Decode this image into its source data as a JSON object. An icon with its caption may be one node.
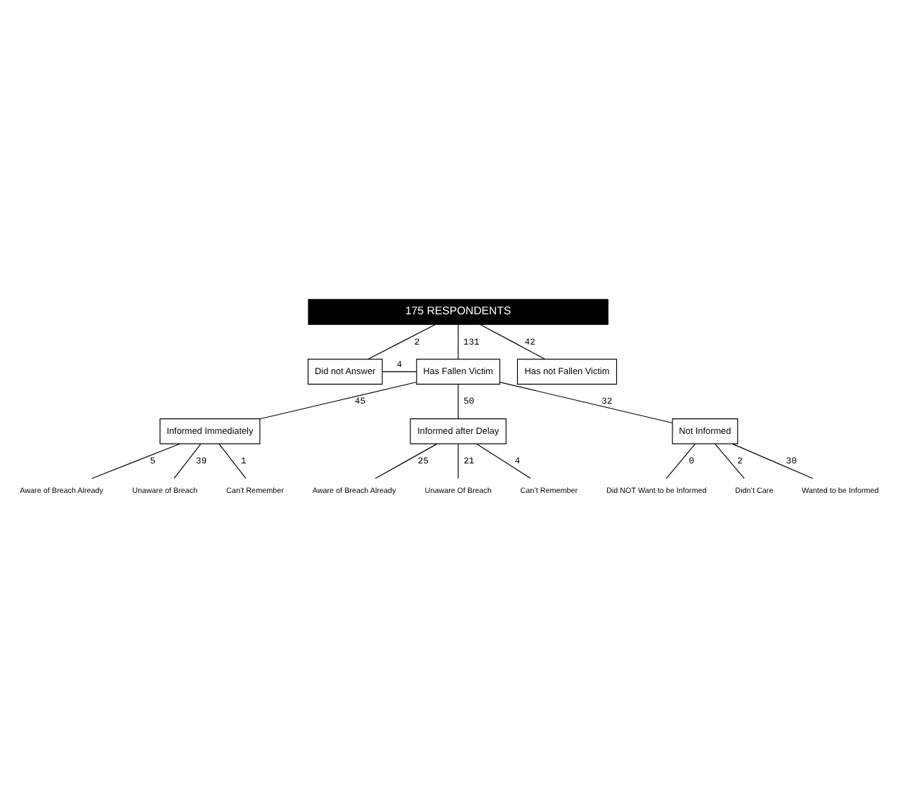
{
  "diagram": {
    "nodes": [
      {
        "text": [
          "175 RESPONDENTS"
        ]
      },
      {
        "text": [
          "Did not Answer"
        ]
      },
      {
        "text": [
          "Has Fallen Victim"
        ]
      },
      {
        "text": [
          "Has not Fallen Victim"
        ]
      },
      {
        "text": [
          "Informed Immediately"
        ]
      },
      {
        "text": [
          "Informed after Delay"
        ]
      },
      {
        "text": [
          "Aware of Breach Already"
        ]
      },
      {
        "text": [
          "Unaware of Breach"
        ]
      },
      {
        "text": [
          "Can’t Remember"
        ]
      },
      {
        "text": [
          "Aware of Breach Already"
        ]
      },
      {
        "text": [
          "Unaware Of Breach"
        ]
      },
      {
        "text": [
          "Can’t Remember"
        ]
      },
      {
        "text": [
          "Not Informed"
        ]
      },
      {
        "text": [
          "Did NOT Want to be Informed"
        ]
      },
      {
        "text": [
          "Didn’t Care"
        ]
      },
      {
        "text": [
          "Wanted to be Informed"
        ]
      }
    ],
    "edges": [
      {
        "from": 0,
        "to": 1,
        "arrow": "none",
        "label": "2"
      },
      {
        "from": 0,
        "to": 2,
        "arrow": "none",
        "label": "131"
      },
      {
        "from": 0,
        "to": 3,
        "arrow": "none",
        "label": "42"
      },
      {
        "from": 2,
        "to": 1,
        "arrow": "none",
        "label": "4"
      },
      {
        "from": 2,
        "to": 4,
        "arrow": "none",
        "label": "45"
      },
      {
        "from": 2,
        "to": 12,
        "arrow": "none",
        "label": "32"
      },
      {
        "from": 2,
        "to": 5,
        "arrow": "none",
        "label": "50"
      },
      {
        "from": 4,
        "to": 6,
        "arrow": "none",
        "label": "5"
      },
      {
        "from": 4,
        "to": 7,
        "arrow": "none",
        "label": "39"
      },
      {
        "from": 4,
        "to": 8,
        "arrow": "none",
        "label": "1"
      },
      {
        "from": 5,
        "to": 9,
        "arrow": "none",
        "label": "25"
      },
      {
        "from": 5,
        "to": 10,
        "arrow": "none",
        "label": "21"
      },
      {
        "from": 5,
        "to": 11,
        "arrow": "none",
        "label": "4"
      },
      {
        "from": 12,
        "to": 13,
        "arrow": "none",
        "label": "0"
      },
      {
        "from": 12,
        "to": 14,
        "arrow": "none",
        "label": "2"
      },
      {
        "from": 12,
        "to": 15,
        "arrow": "none",
        "label": "30"
      }
    ]
  }
}
